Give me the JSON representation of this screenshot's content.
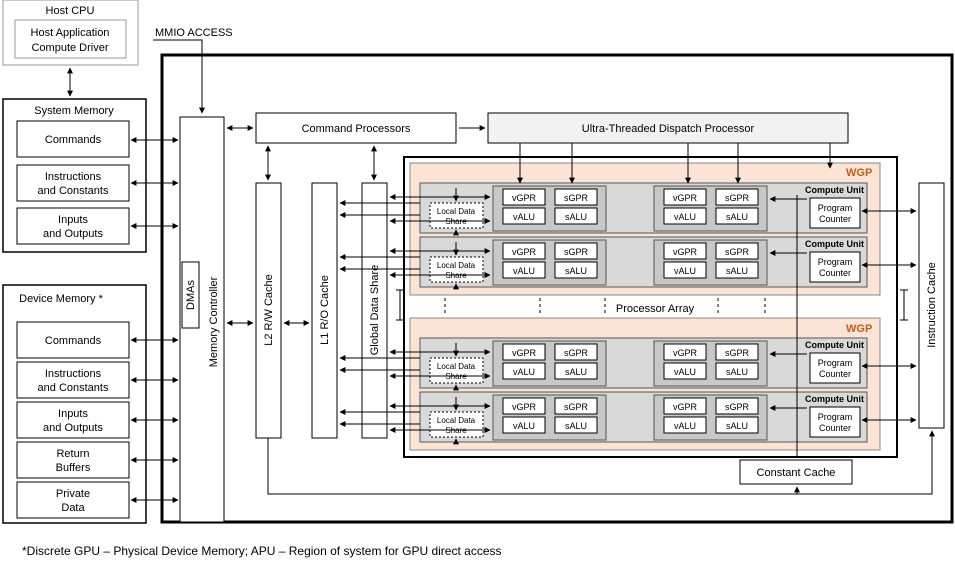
{
  "host": {
    "title": "Host CPU",
    "app_line1": "Host Application",
    "app_line2": "Compute Driver",
    "mmio": "MMIO ACCESS"
  },
  "system_memory": {
    "title": "System Memory",
    "commands": "Commands",
    "instructions_line1": "Instructions",
    "instructions_line2": "and Constants",
    "io_line1": "Inputs",
    "io_line2": "and Outputs"
  },
  "device_memory": {
    "title": "Device Memory *",
    "commands": "Commands",
    "instructions_line1": "Instructions",
    "instructions_line2": "and Constants",
    "io_line1": "Inputs",
    "io_line2": "and Outputs",
    "return_line1": "Return",
    "return_line2": "Buffers",
    "private_line1": "Private",
    "private_line2": "Data"
  },
  "gpu": {
    "dmas": "DMAs",
    "memory_controller": "Memory Controller",
    "l2_cache": "L2 R/W Cache",
    "l1_cache": "L1 R/O Cache",
    "global_data_share": "Global Data Share",
    "command_processors": "Command Processors",
    "dispatch_processor": "Ultra-Threaded Dispatch Processor",
    "instruction_cache": "Instruction Cache",
    "constant_cache": "Constant Cache",
    "processor_array": "Processor Array",
    "wgp": "WGP",
    "compute_unit": "Compute Unit",
    "program_counter_line1": "Program",
    "program_counter_line2": "Counter",
    "lds_line1": "Local Data",
    "lds_line2": "Share",
    "vgpr": "vGPR",
    "sgpr": "sGPR",
    "valu": "vALU",
    "salu": "sALU"
  },
  "footnote": "*Discrete GPU – Physical Device Memory; APU – Region of system for GPU direct access"
}
